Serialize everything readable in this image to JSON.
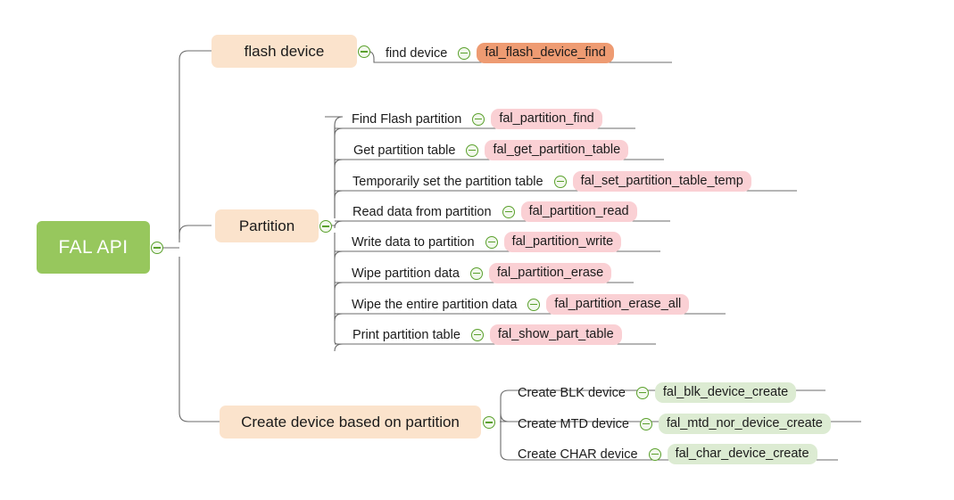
{
  "diagram": {
    "type": "mind-map",
    "title": "FAL API",
    "background": "#ffffff",
    "colors": {
      "root": "#97c75d",
      "root_text": "#ffffff",
      "branch": "#fbe3cc",
      "tag_orange": "#ee9b72",
      "tag_pink": "#fad0d4",
      "tag_green": "#dcebd2",
      "edge": "#6b6b6b",
      "toggle_border": "#5aa02c"
    }
  },
  "root": {
    "label": "FAL API",
    "toggle_icon": "collapse-minus-icon"
  },
  "branches": [
    {
      "id": "flash-device",
      "label": "flash device",
      "toggle_icon": "collapse-minus-icon",
      "children": [
        {
          "label": "find device",
          "tag": "fal_flash_device_find",
          "tag_color": "orange",
          "toggle_icon": "collapse-minus-icon"
        }
      ]
    },
    {
      "id": "partition",
      "label": "Partition",
      "toggle_icon": "collapse-minus-icon",
      "children": [
        {
          "label": "Find Flash partition",
          "tag": "fal_partition_find",
          "tag_color": "pink",
          "toggle_icon": "collapse-minus-icon"
        },
        {
          "label": "Get partition table",
          "tag": "fal_get_partition_table",
          "tag_color": "pink",
          "toggle_icon": "collapse-minus-icon"
        },
        {
          "label": "Temporarily set the partition table",
          "tag": "fal_set_partition_table_temp",
          "tag_color": "pink",
          "toggle_icon": "collapse-minus-icon"
        },
        {
          "label": "Read data from partition",
          "tag": "fal_partition_read",
          "tag_color": "pink",
          "toggle_icon": "collapse-minus-icon"
        },
        {
          "label": "Write data to partition",
          "tag": "fal_partition_write",
          "tag_color": "pink",
          "toggle_icon": "collapse-minus-icon"
        },
        {
          "label": "Wipe partition data",
          "tag": "fal_partition_erase",
          "tag_color": "pink",
          "toggle_icon": "collapse-minus-icon"
        },
        {
          "label": "Wipe the entire partition data",
          "tag": "fal_partition_erase_all",
          "tag_color": "pink",
          "toggle_icon": "collapse-minus-icon"
        },
        {
          "label": "Print partition table",
          "tag": "fal_show_part_table",
          "tag_color": "pink",
          "toggle_icon": "collapse-minus-icon"
        }
      ]
    },
    {
      "id": "create-device",
      "label": "Create device based on partition",
      "toggle_icon": "collapse-minus-icon",
      "children": [
        {
          "label": "Create BLK device",
          "tag": "fal_blk_device_create",
          "tag_color": "green",
          "toggle_icon": "collapse-minus-icon"
        },
        {
          "label": "Create MTD device",
          "tag": "fal_mtd_nor_device_create",
          "tag_color": "green",
          "toggle_icon": "collapse-minus-icon"
        },
        {
          "label": "Create CHAR device",
          "tag": "fal_char_device_create",
          "tag_color": "green",
          "toggle_icon": "collapse-minus-icon"
        }
      ]
    }
  ]
}
